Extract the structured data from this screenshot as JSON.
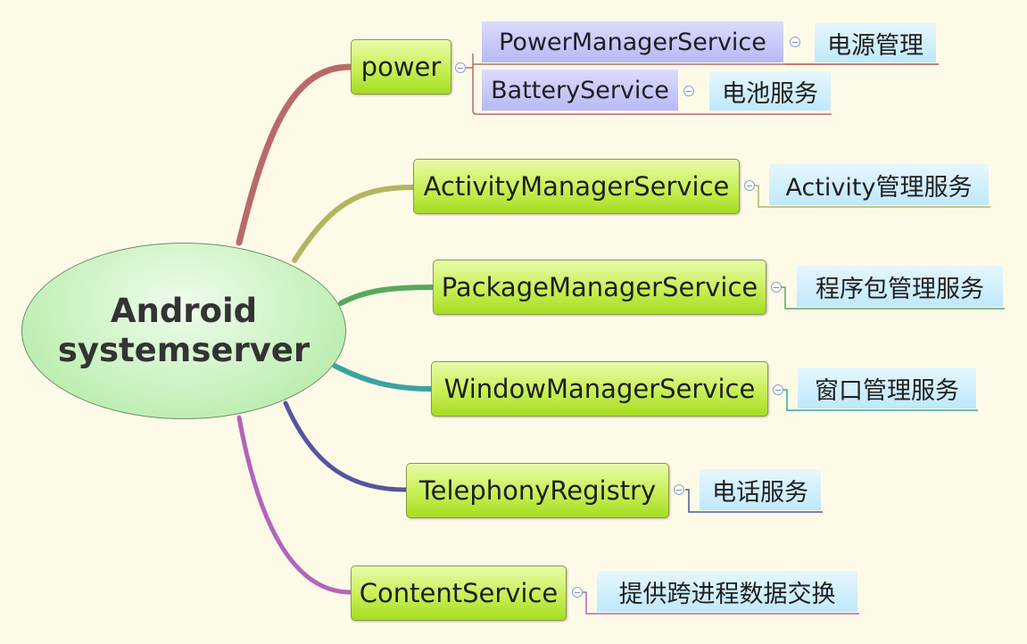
{
  "center": {
    "line1": "Android",
    "line2": "systemserver"
  },
  "colors": {
    "power": "#b86a6a",
    "activity": "#b3b460",
    "package": "#58a85e",
    "window": "#3ba3a0",
    "telephony": "#55559e",
    "content": "#b365b9"
  },
  "branches": {
    "power": {
      "label": "power",
      "children": [
        {
          "label": "PowerManagerService",
          "note": "电源管理"
        },
        {
          "label": "BatteryService",
          "note": "电池服务"
        }
      ]
    },
    "activity": {
      "label": "ActivityManagerService",
      "note": "Activity管理服务"
    },
    "package": {
      "label": "PackageManagerService",
      "note": "程序包管理服务"
    },
    "window": {
      "label": "WindowManagerService",
      "note": "窗口管理服务"
    },
    "telephony": {
      "label": "TelephonyRegistry",
      "note": "电话服务"
    },
    "content": {
      "label": "ContentService",
      "note": "提供跨进程数据交换"
    }
  }
}
